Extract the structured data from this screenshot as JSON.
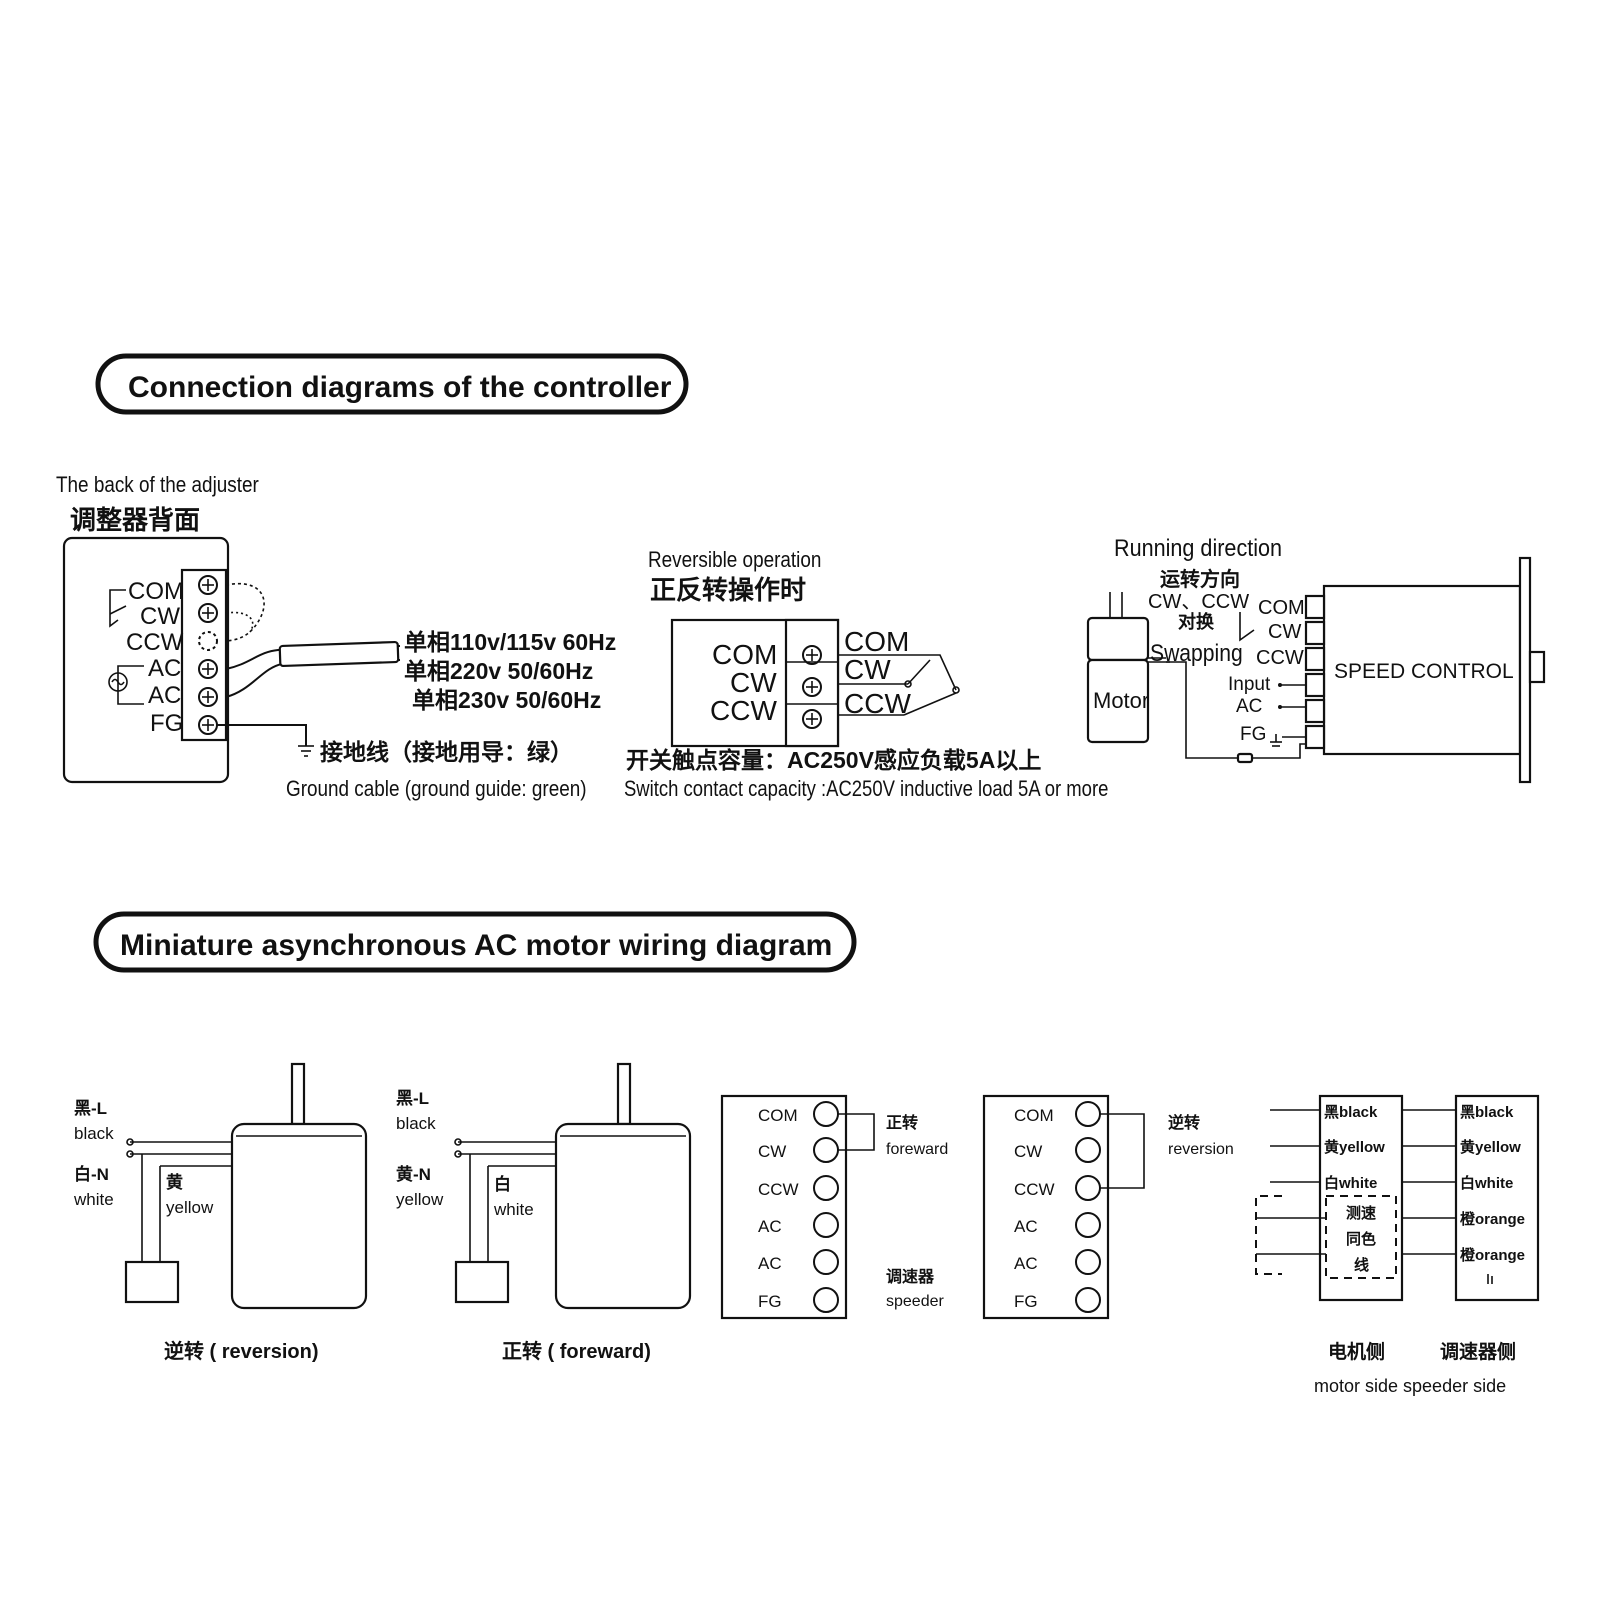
{
  "section1": {
    "title": "Connection diagrams of the controller",
    "adjuster": {
      "caption_en": "The back of the adjuster",
      "caption_cn": "调整器背面",
      "terminals": [
        "COM",
        "CW",
        "CCW",
        "AC",
        "AC",
        "FG"
      ]
    },
    "power": {
      "line1": "单相110v/115v 60Hz",
      "line2": "单相220v 50/60Hz",
      "line3": "单相230v 50/60Hz"
    },
    "ground": {
      "cn": "接地线（接地用导：绿）",
      "en": "Ground cable (ground guide: green)"
    },
    "reversible": {
      "caption_en": "Reversible operation",
      "caption_cn": "正反转操作时",
      "terminals": [
        "COM",
        "CW",
        "CCW"
      ],
      "switch_cn": "开关触点容量：AC250V感应负载5A以上",
      "switch_en": "Switch contact capacity :AC250V inductive load 5A or more"
    },
    "running": {
      "caption_en": "Running direction",
      "caption_cn": "运转方向",
      "swap_top": "CW、CCW",
      "swap_cn": "对换",
      "swap_en": "Swapping",
      "motor": "Motor",
      "speed_control": "SPEED CONTROL",
      "labels": [
        "COM",
        "CW",
        "CCW",
        "Input",
        "AC",
        "FG"
      ]
    }
  },
  "section2": {
    "title": "Miniature asynchronous AC motor wiring diagram",
    "reversion_motor": {
      "wire1_cn": "黑-L",
      "wire1_en": "black",
      "wire2_cn": "白-N",
      "wire2_en": "white",
      "wire3_cn": "黄",
      "wire3_en": "yellow",
      "caption": "逆转 ( reversion)"
    },
    "forward_motor": {
      "wire1_cn": "黑-L",
      "wire1_en": "black",
      "wire2_cn": "黄-N",
      "wire2_en": "yellow",
      "wire3_cn": "白",
      "wire3_en": "white",
      "caption": "正转 ( foreward)"
    },
    "panel_forward": {
      "terminals": [
        "COM",
        "CW",
        "CCW",
        "AC",
        "AC",
        "FG"
      ],
      "jumper_cn": "正转",
      "jumper_en": "foreward",
      "speeder_cn": "调速器",
      "speeder_en": "speeder"
    },
    "panel_reversion": {
      "terminals": [
        "COM",
        "CW",
        "CCW",
        "AC",
        "AC",
        "FG"
      ],
      "jumper_cn": "逆转",
      "jumper_en": "reversion"
    },
    "sides": {
      "motor_rows": [
        "黑black",
        "黄yellow",
        "白white"
      ],
      "motor_mid": [
        "测速",
        "同色",
        "线"
      ],
      "speeder_rows": [
        "黑black",
        "黄yellow",
        "白white",
        "橙orange",
        "橙orange"
      ],
      "motor_side_cn": "电机侧",
      "speeder_side_cn": "调速器侧",
      "sides_en": "motor side speeder side"
    }
  }
}
